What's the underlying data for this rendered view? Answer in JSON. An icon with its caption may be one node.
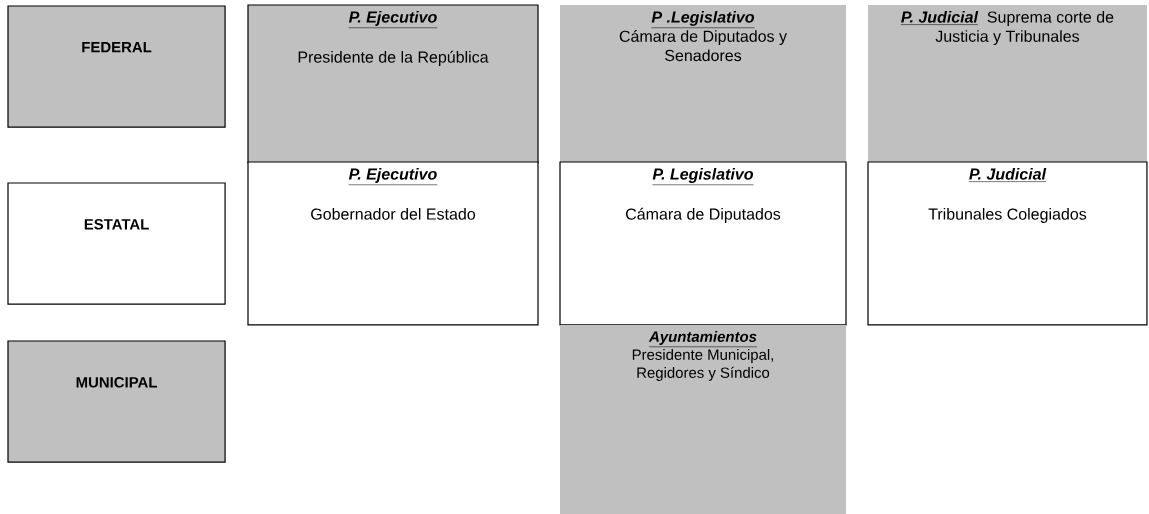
{
  "diagram": {
    "nodes": [
      {
        "text": [
          "FEDERAL"
        ]
      },
      {
        "text": [
          "P. Ejecutivo",
          "Presidente de la República"
        ]
      },
      {
        "text": [
          "P .Legislativo",
          "Cámara de Diputados y Senadores"
        ]
      },
      {
        "text": [
          "P. Judicial",
          "Suprema corte de Justicia y Tribunales"
        ]
      },
      {
        "text": [
          "ESTATAL"
        ]
      },
      {
        "text": [
          "P. Ejecutivo",
          "Gobernador del Estado"
        ]
      },
      {
        "text": [
          "P. Legislativo",
          "Cámara de Diputados"
        ]
      },
      {
        "text": [
          "P. Judicial",
          "Tribunales Colegiados"
        ]
      },
      {
        "text": [
          "MUNICIPAL"
        ]
      },
      {
        "text": [
          "Ayuntamientos",
          "Presidente Municipal, Regidores y Síndico"
        ]
      }
    ]
  }
}
